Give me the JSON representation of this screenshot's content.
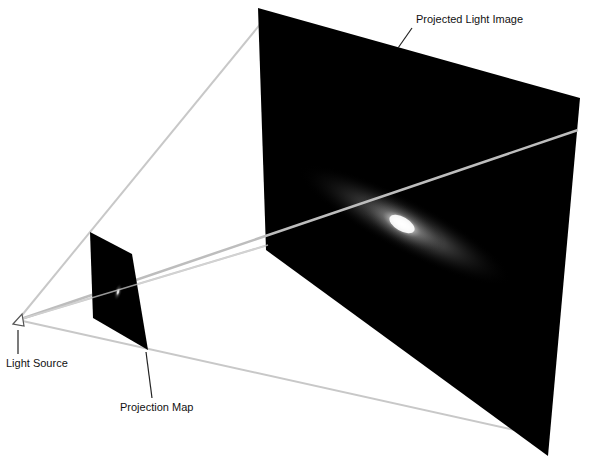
{
  "diagram": {
    "labels": [
      "Projected Light Image",
      "Light Source",
      "Projection Map"
    ]
  }
}
